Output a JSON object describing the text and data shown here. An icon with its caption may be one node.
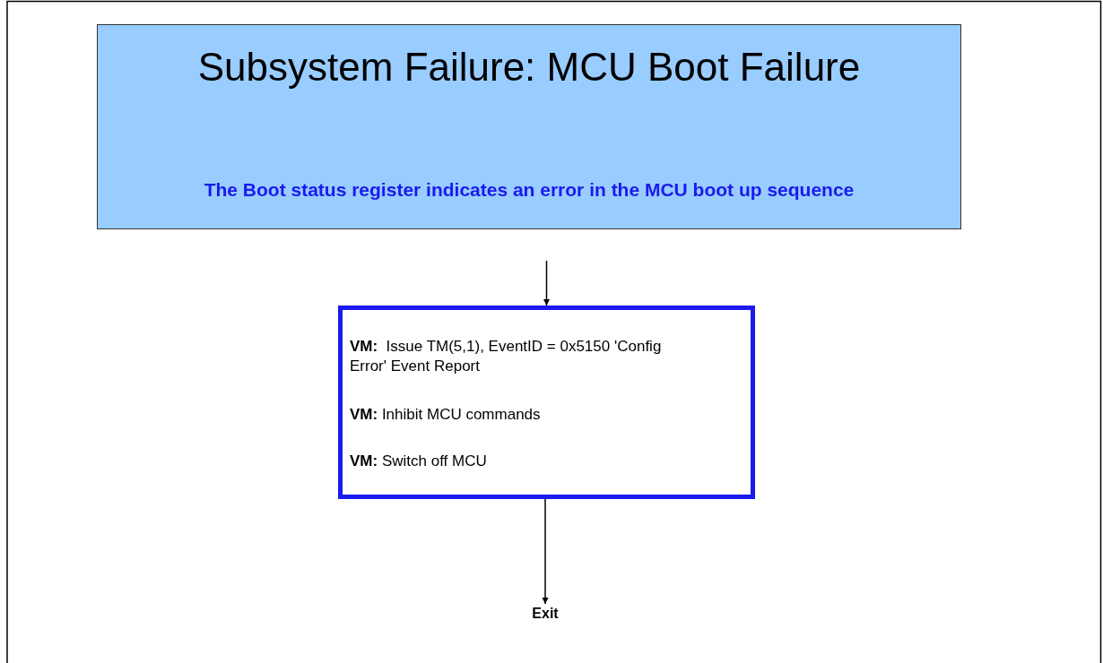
{
  "diagram": {
    "nodes": [
      {
        "text": [
          "Subsystem Failure: MCU Boot Failure",
          "The Boot status register indicates an error in the MCU boot up sequence"
        ]
      },
      {
        "text": [
          "**VM:**  Issue TM(5,1), EventID = 0x5150 'Config Error' Event Report",
          "**VM:** Inhibit MCU commands",
          "**VM:** Switch off MCU"
        ]
      },
      {
        "text": [
          "Exit"
        ]
      }
    ],
    "edges": [
      {
        "from": null,
        "to": 1,
        "arrow": "to"
      },
      {
        "from": 1,
        "to": 2,
        "arrow": "to"
      }
    ]
  }
}
